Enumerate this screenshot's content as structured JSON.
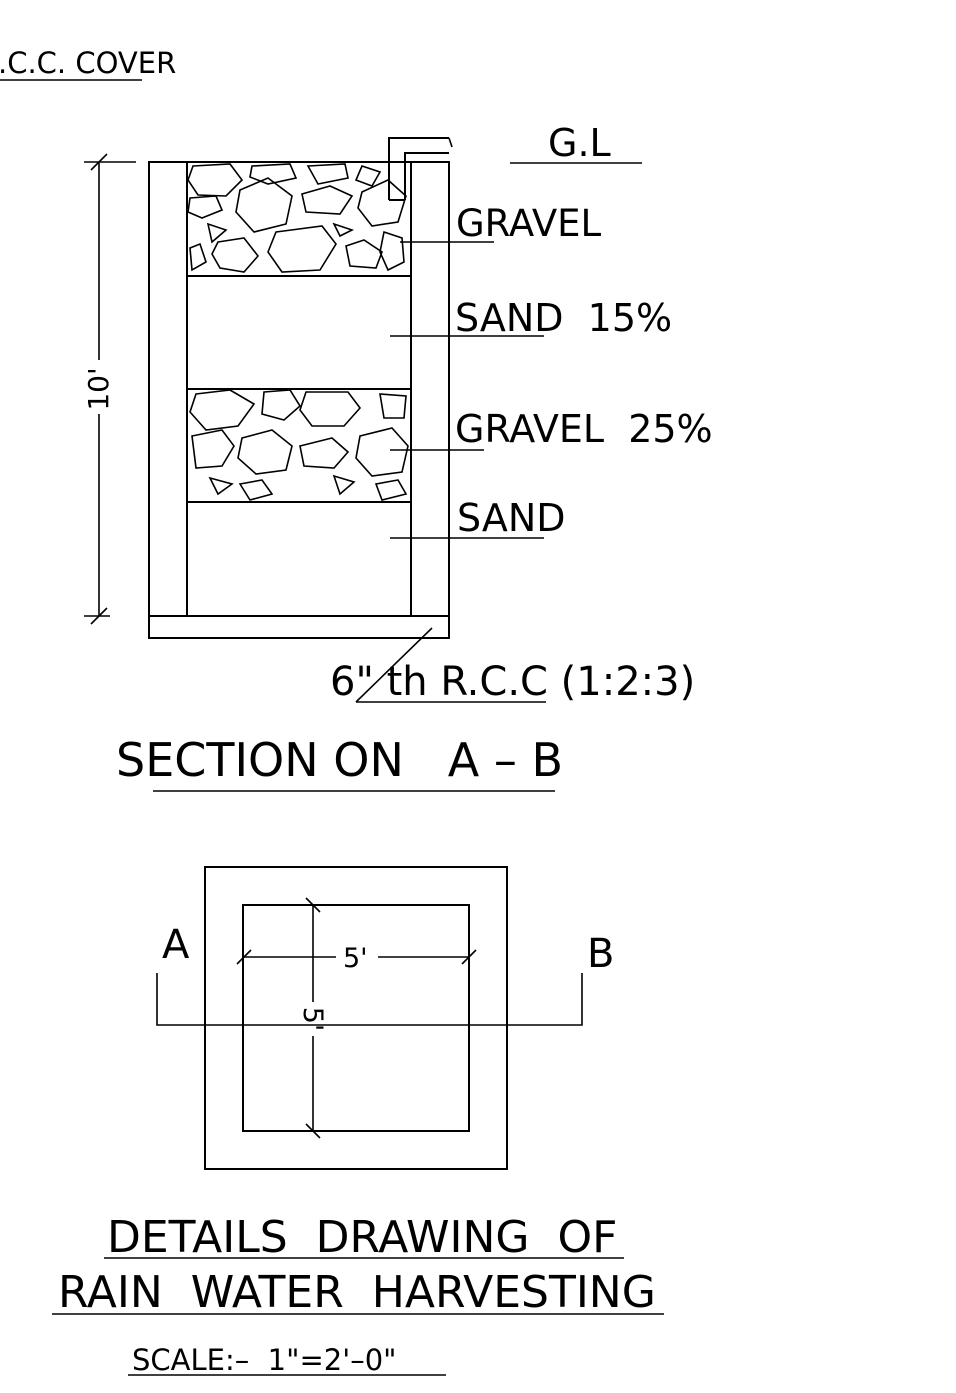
{
  "top_note": ".C.C. COVER",
  "section": {
    "ground_level": "G.L",
    "layers": {
      "gravel_top": "GRAVEL",
      "sand_mid": "SAND  15%",
      "gravel_mid": "GRAVEL  25%",
      "sand_bottom": "SAND"
    },
    "depth_dim": "10'",
    "base_label": "6\" th R.C.C (1:2:3)",
    "title": "SECTION ON   A – B"
  },
  "plan": {
    "label_a": "A",
    "label_b": "B",
    "width_dim": "5'",
    "length_dim": "5'"
  },
  "footer": {
    "title_line1": "DETAILS  DRAWING  OF",
    "title_line2": "RAIN  WATER  HARVESTING",
    "scale": "SCALE:–  1\"=2'–0\""
  }
}
